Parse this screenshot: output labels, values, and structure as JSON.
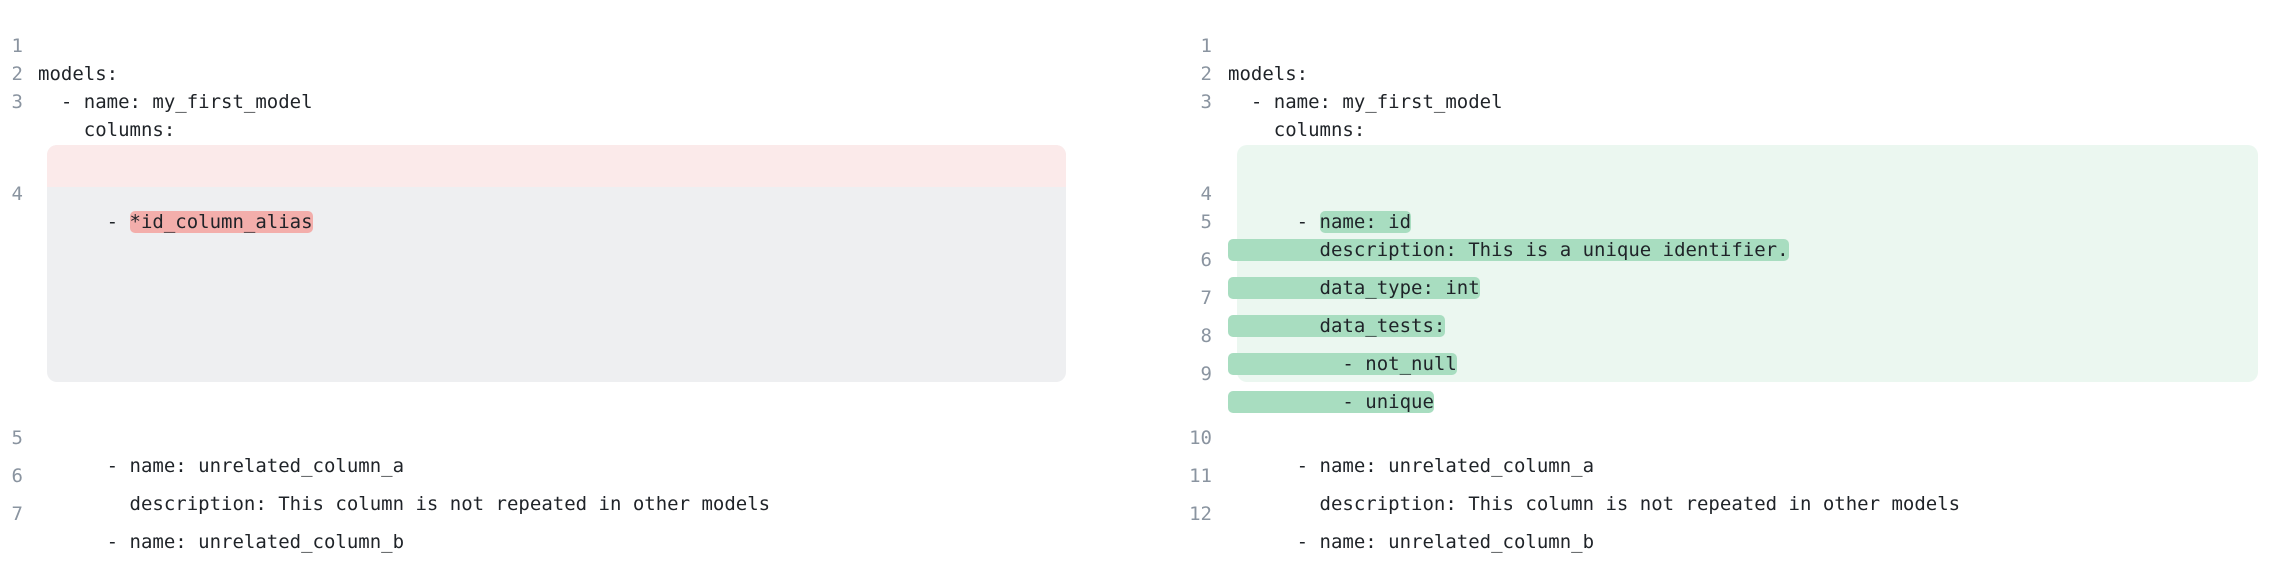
{
  "view": {
    "type": "side-by-side-diff",
    "language": "yaml",
    "colors": {
      "text": "#1f2328",
      "line_number": "#8a94a0",
      "deleted_row_bg": "#fbeaea",
      "deleted_word_bg": "#f3aeab",
      "added_row_bg": "#ebf7f0",
      "added_word_bg": "#a8ddc0",
      "placeholder_bg": "#eeeff1",
      "page_bg": "#ffffff"
    }
  },
  "left": {
    "name": "before",
    "lines": [
      {
        "number": "1",
        "segments": [
          {
            "text": "models:",
            "highlight": "none"
          }
        ],
        "row": "none"
      },
      {
        "number": "2",
        "segments": [
          {
            "text": "  - name: my_first_model",
            "highlight": "none"
          }
        ],
        "row": "none"
      },
      {
        "number": "3",
        "segments": [
          {
            "text": "    columns:",
            "highlight": "none"
          }
        ],
        "row": "none"
      },
      {
        "number": "4",
        "segments": [
          {
            "text": "      - ",
            "highlight": "none"
          },
          {
            "text": "*id_column_alias",
            "highlight": "del"
          }
        ],
        "row": "del"
      },
      {
        "number": "5",
        "segments": [
          {
            "text": "      - name: unrelated_column_a",
            "highlight": "none"
          }
        ],
        "row": "none"
      },
      {
        "number": "6",
        "segments": [
          {
            "text": "        description: This column is not repeated in other models",
            "highlight": "none"
          }
        ],
        "row": "none"
      },
      {
        "number": "7",
        "segments": [
          {
            "text": "      - name: unrelated_column_b",
            "highlight": "none"
          }
        ],
        "row": "none"
      }
    ]
  },
  "right": {
    "name": "after",
    "lines": [
      {
        "number": "1",
        "segments": [
          {
            "text": "models:",
            "highlight": "none"
          }
        ],
        "row": "none"
      },
      {
        "number": "2",
        "segments": [
          {
            "text": "  - name: my_first_model",
            "highlight": "none"
          }
        ],
        "row": "none"
      },
      {
        "number": "3",
        "segments": [
          {
            "text": "    columns:",
            "highlight": "none"
          }
        ],
        "row": "none"
      },
      {
        "number": "4",
        "segments": [
          {
            "text": "      - ",
            "highlight": "none"
          },
          {
            "text": "name: id",
            "highlight": "add"
          }
        ],
        "row": "add"
      },
      {
        "number": "5",
        "segments": [
          {
            "text": "        description: This is a unique identifier.",
            "highlight": "add"
          }
        ],
        "row": "add"
      },
      {
        "number": "6",
        "segments": [
          {
            "text": "        data_type: int",
            "highlight": "add"
          }
        ],
        "row": "add"
      },
      {
        "number": "7",
        "segments": [
          {
            "text": "        data_tests:",
            "highlight": "add"
          }
        ],
        "row": "add"
      },
      {
        "number": "8",
        "segments": [
          {
            "text": "          - not_null",
            "highlight": "add"
          }
        ],
        "row": "add"
      },
      {
        "number": "9",
        "segments": [
          {
            "text": "          - unique",
            "highlight": "add"
          }
        ],
        "row": "add"
      },
      {
        "number": "10",
        "segments": [
          {
            "text": "      - name: unrelated_column_a",
            "highlight": "none"
          }
        ],
        "row": "none"
      },
      {
        "number": "11",
        "segments": [
          {
            "text": "        description: This column is not repeated in other models",
            "highlight": "none"
          }
        ],
        "row": "none"
      },
      {
        "number": "12",
        "segments": [
          {
            "text": "      - name: unrelated_column_b",
            "highlight": "none"
          }
        ],
        "row": "none"
      }
    ]
  }
}
